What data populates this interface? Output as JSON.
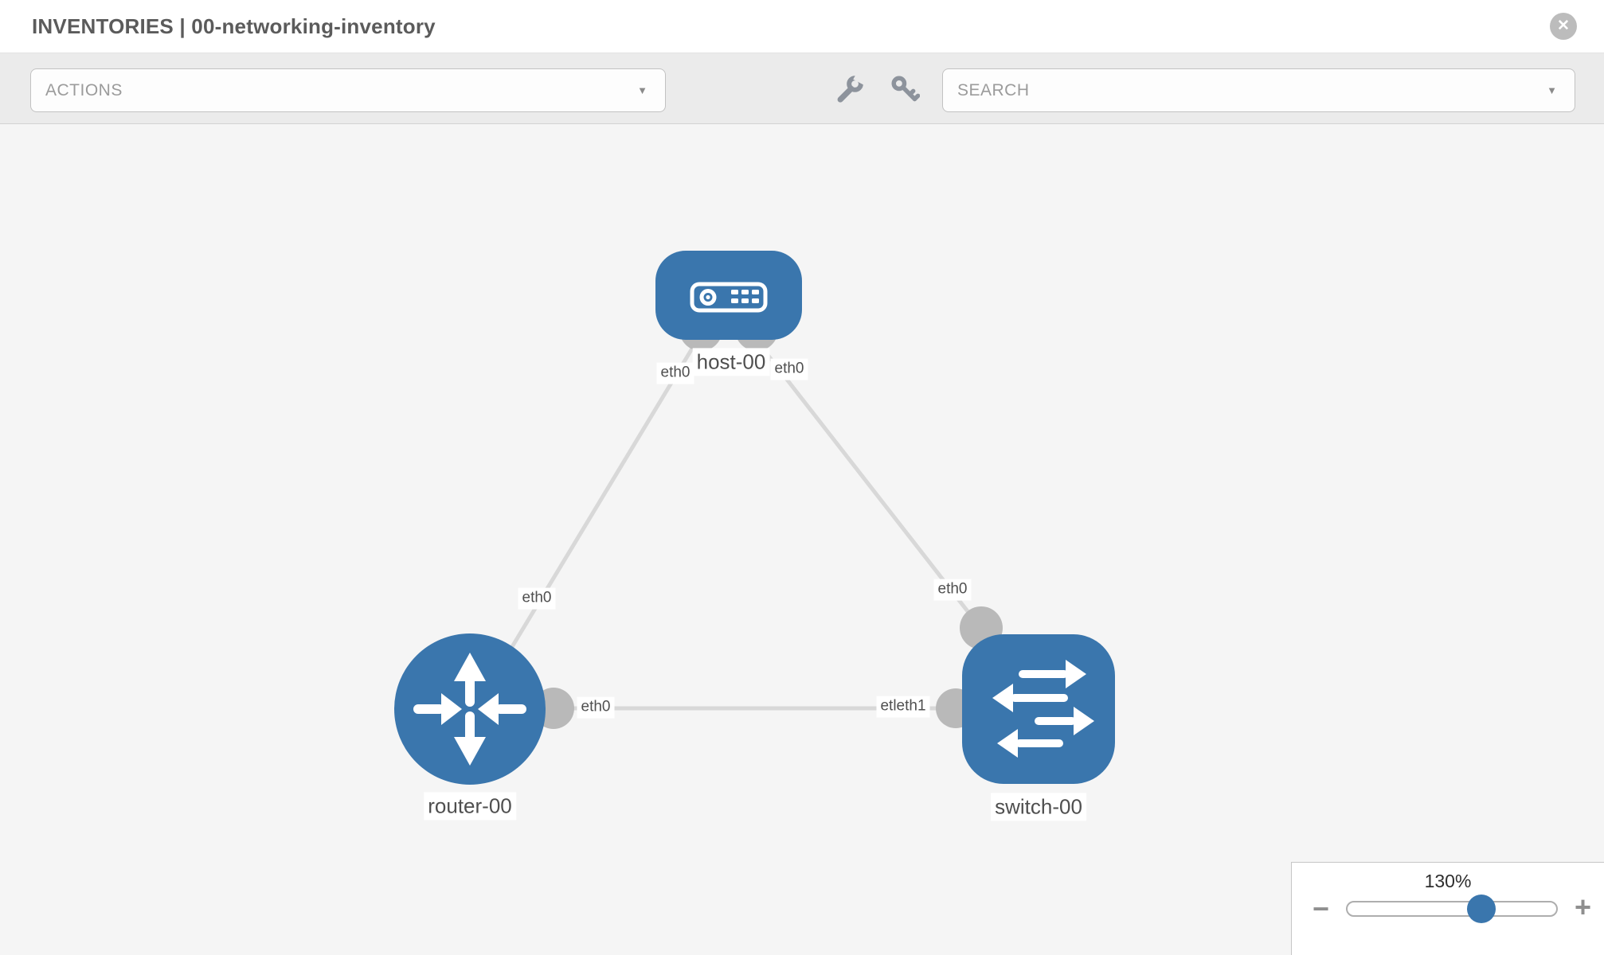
{
  "header": {
    "title": "INVENTORIES | 00-networking-inventory",
    "close_icon": "✕"
  },
  "toolbar": {
    "actions_label": "ACTIONS",
    "search_label": "SEARCH",
    "dropdown_arrow": "▼"
  },
  "topology": {
    "nodes": [
      {
        "label": "host-00",
        "type": "host"
      },
      {
        "label": "router-00",
        "type": "router"
      },
      {
        "label": "switch-00",
        "type": "switch"
      }
    ],
    "interface_labels": {
      "host_left": "eth0",
      "host_right": "eth0",
      "router_top": "eth0",
      "switch_top": "eth0",
      "router_right": "eth0",
      "switch_left_overlapped": "etleth1"
    },
    "links": [
      {
        "from": "host-00",
        "to": "router-00"
      },
      {
        "from": "host-00",
        "to": "switch-00"
      },
      {
        "from": "router-00",
        "to": "switch-00"
      }
    ]
  },
  "zoom_control": {
    "level": "130%",
    "minus": "−",
    "plus": "+"
  },
  "colors": {
    "node_blue": "#3a76ad",
    "link_gray": "#d8d8d8",
    "dot_gray": "#b9b9b9",
    "toolbar_bg": "#ebebeb",
    "canvas_bg": "#f5f5f5",
    "title_gray": "#5b5b5b"
  }
}
